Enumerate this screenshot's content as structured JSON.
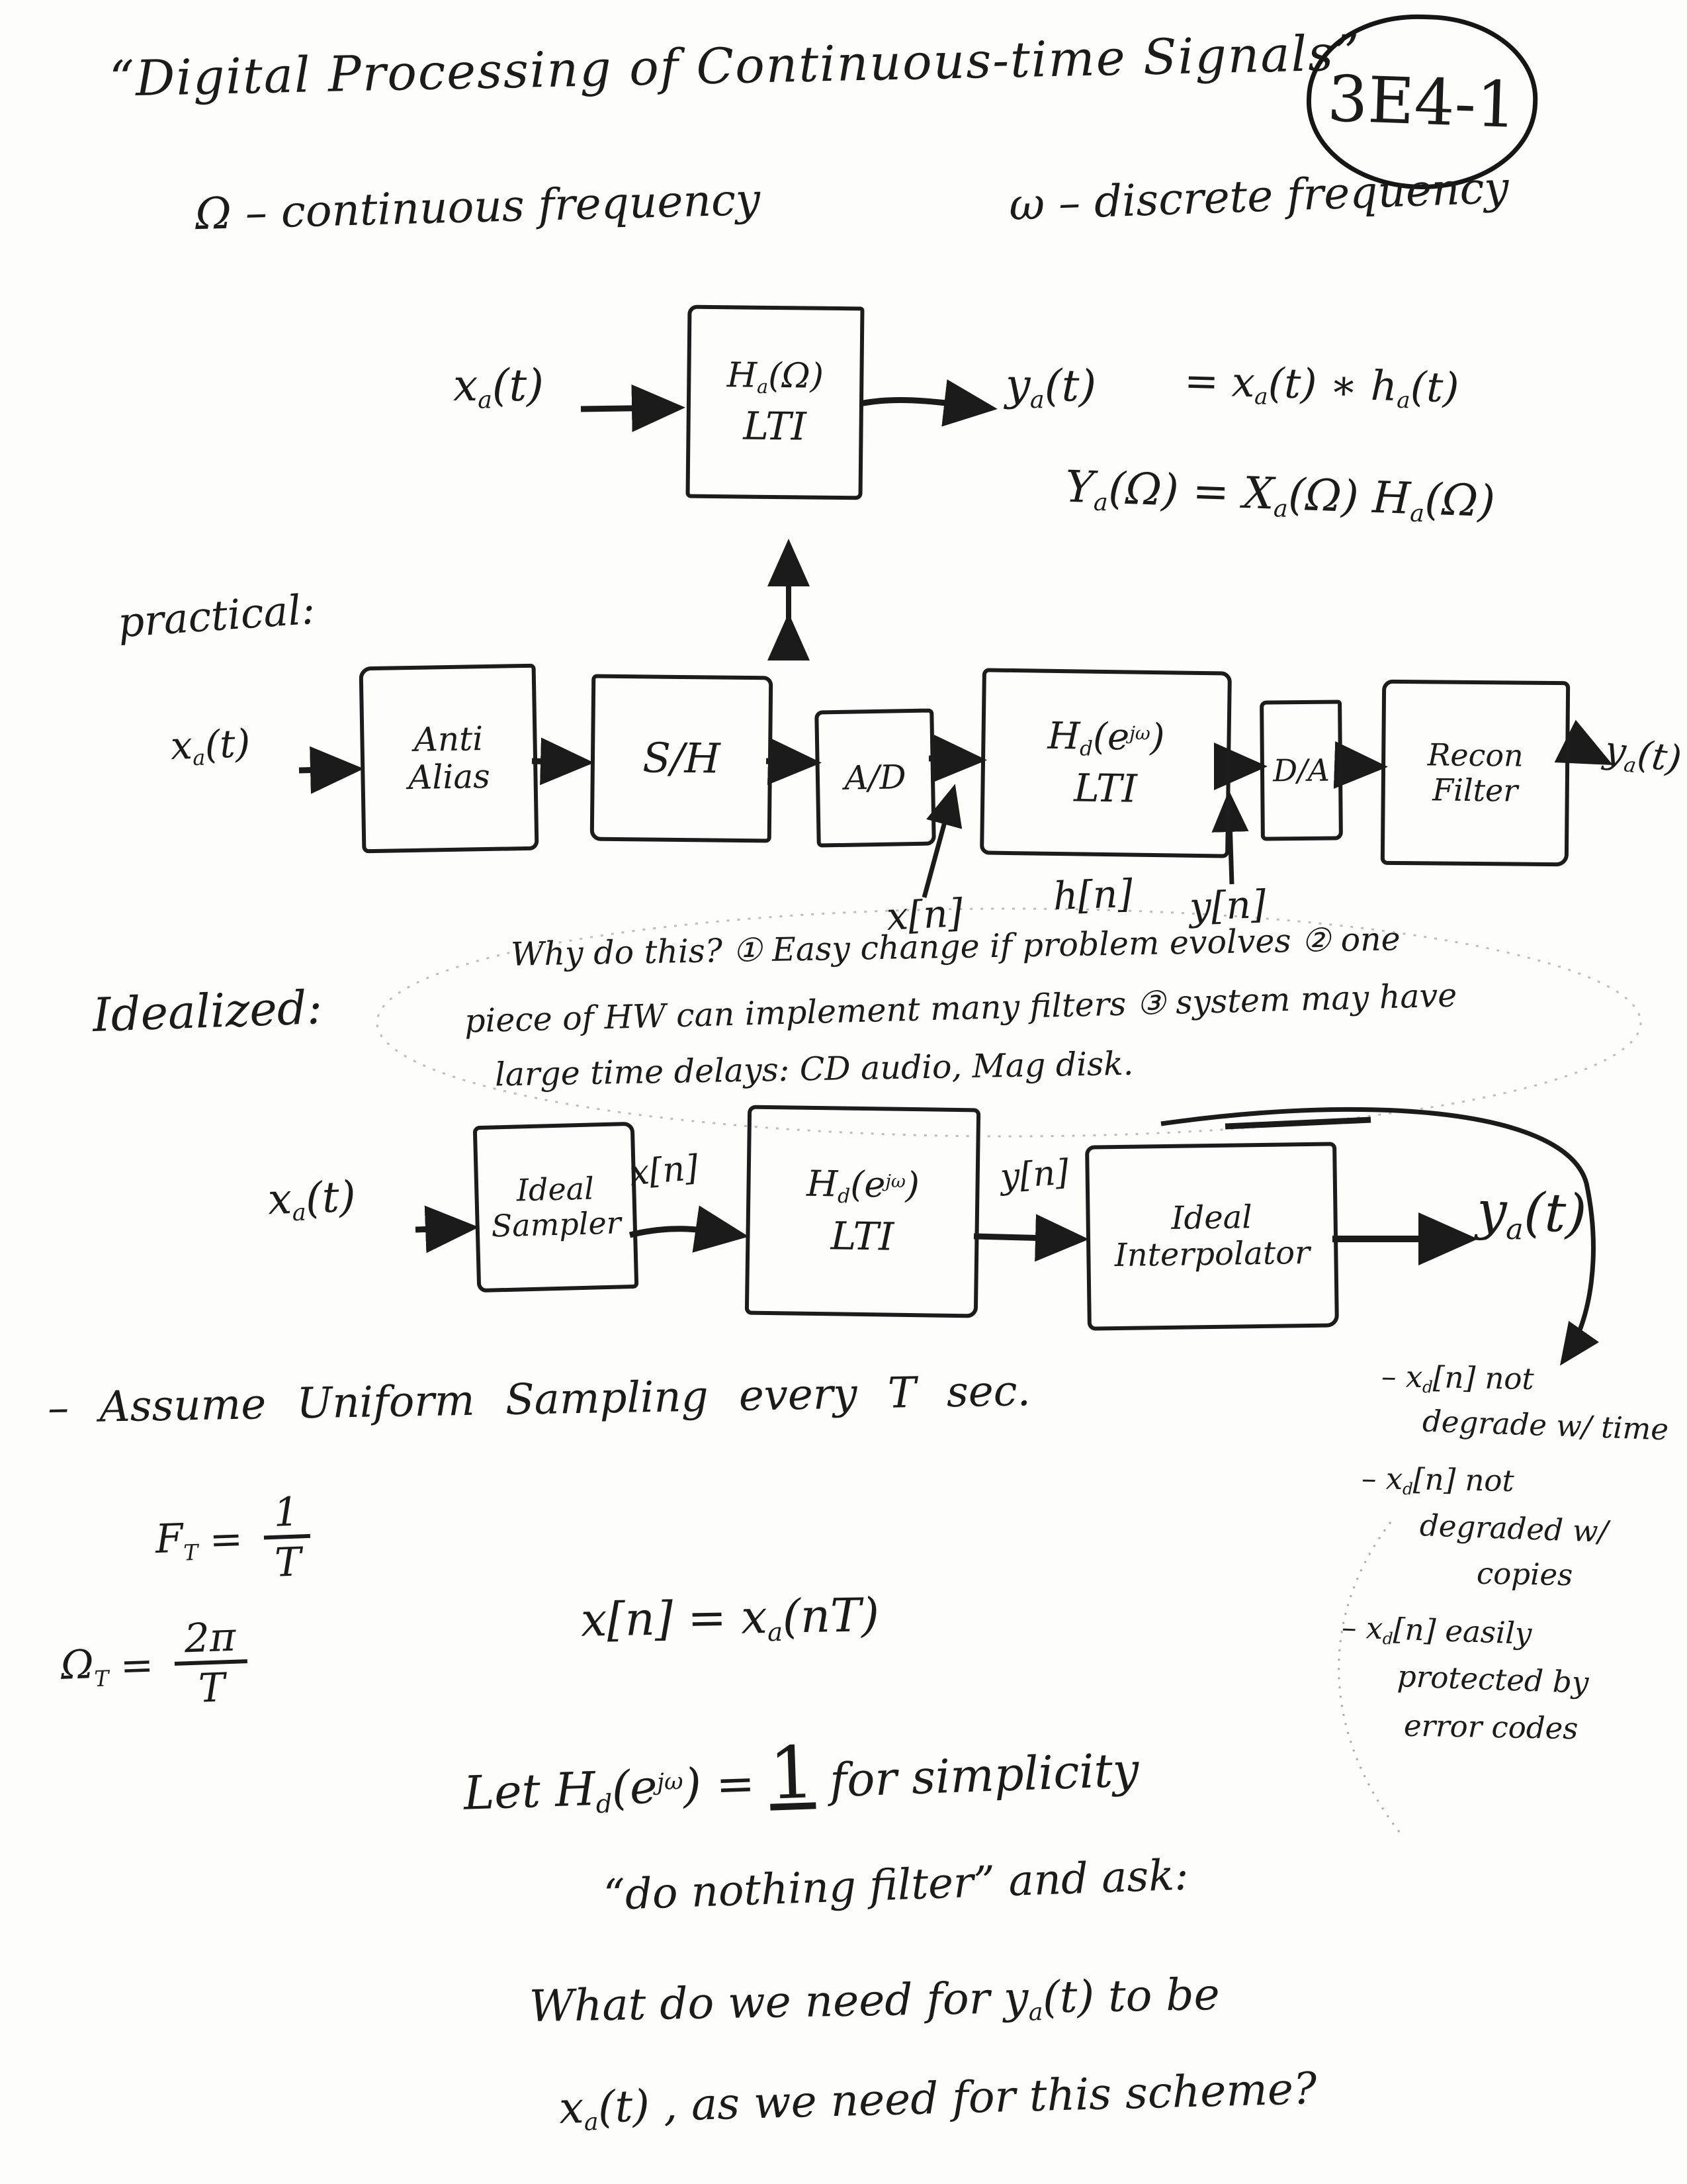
{
  "colors": {
    "ink": "#1b1b1b",
    "paper": "#fdfdfb"
  },
  "header": {
    "title": "“Digital Processing of Continuous-time Signals”",
    "page_ref": "3E4-1",
    "freq_continuous": "Ω – continuous frequency",
    "freq_discrete": "ω – discrete frequency"
  },
  "analog_diagram": {
    "input": [
      {
        "t": "x"
      },
      {
        "t": "a",
        "s": "sub"
      },
      {
        "t": "(t)"
      }
    ],
    "box_line1": [
      {
        "t": "H"
      },
      {
        "t": "a",
        "s": "sub"
      },
      {
        "t": "(Ω)"
      }
    ],
    "box_line2": "LTI",
    "output": [
      {
        "t": "y"
      },
      {
        "t": "a",
        "s": "sub"
      },
      {
        "t": "(t)"
      }
    ],
    "time_eq": [
      {
        "t": "= x"
      },
      {
        "t": "a",
        "s": "sub"
      },
      {
        "t": "(t) ∗ h"
      },
      {
        "t": "a",
        "s": "sub"
      },
      {
        "t": "(t)"
      }
    ],
    "freq_eq": [
      {
        "t": "Y"
      },
      {
        "t": "a",
        "s": "sub"
      },
      {
        "t": "(Ω) = X"
      },
      {
        "t": "a",
        "s": "sub"
      },
      {
        "t": "(Ω) H"
      },
      {
        "t": "a",
        "s": "sub"
      },
      {
        "t": "(Ω)"
      }
    ]
  },
  "practical": {
    "label": "practical:",
    "input": [
      {
        "t": "x"
      },
      {
        "t": "a",
        "s": "sub"
      },
      {
        "t": "(t)"
      }
    ],
    "anti_alias_line1": "Anti",
    "anti_alias_line2": "Alias",
    "sample_hold": "S/H",
    "adc": "A/D",
    "hd_line1": [
      {
        "t": "H"
      },
      {
        "t": "d",
        "s": "sub"
      },
      {
        "t": "(e"
      },
      {
        "t": "jω",
        "s": "sup"
      },
      {
        "t": ")"
      }
    ],
    "hd_line2": "LTI",
    "dac": "D/A",
    "recon_line1": "Recon",
    "recon_line2": "Filter",
    "output": [
      {
        "t": "y"
      },
      {
        "t": "a",
        "s": "sub"
      },
      {
        "t": "(t)"
      }
    ],
    "x_n": "x[n]",
    "h_n": "h[n]",
    "y_n": "y[n]"
  },
  "why_note": {
    "line1": "Why do this?  ① Easy change  if problem evolves  ② one",
    "line2": "piece of HW can implement many filters ③ system may have",
    "line3": "large time delays:  CD audio,  Mag disk."
  },
  "idealized": {
    "label": "Idealized:",
    "input": [
      {
        "t": "x"
      },
      {
        "t": "a",
        "s": "sub"
      },
      {
        "t": "(t)"
      }
    ],
    "sampler_line1": "Ideal",
    "sampler_line2": "Sampler",
    "x_n": "x[n]",
    "hd_line1": [
      {
        "t": "H"
      },
      {
        "t": "d",
        "s": "sub"
      },
      {
        "t": "(e"
      },
      {
        "t": "jω",
        "s": "sup"
      },
      {
        "t": ")"
      }
    ],
    "hd_line2": "LTI",
    "y_n": "y[n]",
    "interp_line1": "Ideal",
    "interp_line2": "Interpolator",
    "output": [
      {
        "t": "y"
      },
      {
        "t": "a",
        "s": "sub"
      },
      {
        "t": "(t)"
      }
    ]
  },
  "benefits": {
    "b1_line1": [
      {
        "t": "– x"
      },
      {
        "t": "d",
        "s": "sub"
      },
      {
        "t": "[n] not"
      }
    ],
    "b1_line2": "degrade w/ time",
    "b2_line1": [
      {
        "t": "– x"
      },
      {
        "t": "d",
        "s": "sub"
      },
      {
        "t": "[n] not"
      }
    ],
    "b2_line2": "degraded w/",
    "b2_line3": "copies",
    "b3_line1": [
      {
        "t": "– x"
      },
      {
        "t": "d",
        "s": "sub"
      },
      {
        "t": "[n] easily"
      }
    ],
    "b3_line2": "protected by",
    "b3_line3": "error codes"
  },
  "sampling": {
    "assume": "– Assume   Uniform    Sampling   every   T sec.",
    "f_eq": {
      "base": "F",
      "sub": "T",
      "equals": "=",
      "num": "1",
      "den": "T"
    },
    "omega_eq": {
      "base": "Ω",
      "sub": "T",
      "equals": "=",
      "num": "2π",
      "den": "T"
    },
    "x_eq": [
      {
        "t": "x[n] = x"
      },
      {
        "t": "a",
        "s": "sub"
      },
      {
        "t": "(nT)"
      }
    ]
  },
  "closing": {
    "let_line": [
      {
        "t": "Let  H"
      },
      {
        "t": "d",
        "s": "sub"
      },
      {
        "t": "(e"
      },
      {
        "t": "jω",
        "s": "sup"
      },
      {
        "t": ") = "
      },
      {
        "t": "1",
        "s": "big"
      },
      {
        "t": "  for simplicity"
      }
    ],
    "quote_line": "“do nothing filter” and ask:",
    "question_line1": [
      {
        "t": "What do we need for y"
      },
      {
        "t": "a",
        "s": "sub"
      },
      {
        "t": "(t) to be"
      }
    ],
    "question_line2": [
      {
        "t": "x"
      },
      {
        "t": "a",
        "s": "sub"
      },
      {
        "t": "(t) , as we need for this scheme?"
      }
    ]
  }
}
